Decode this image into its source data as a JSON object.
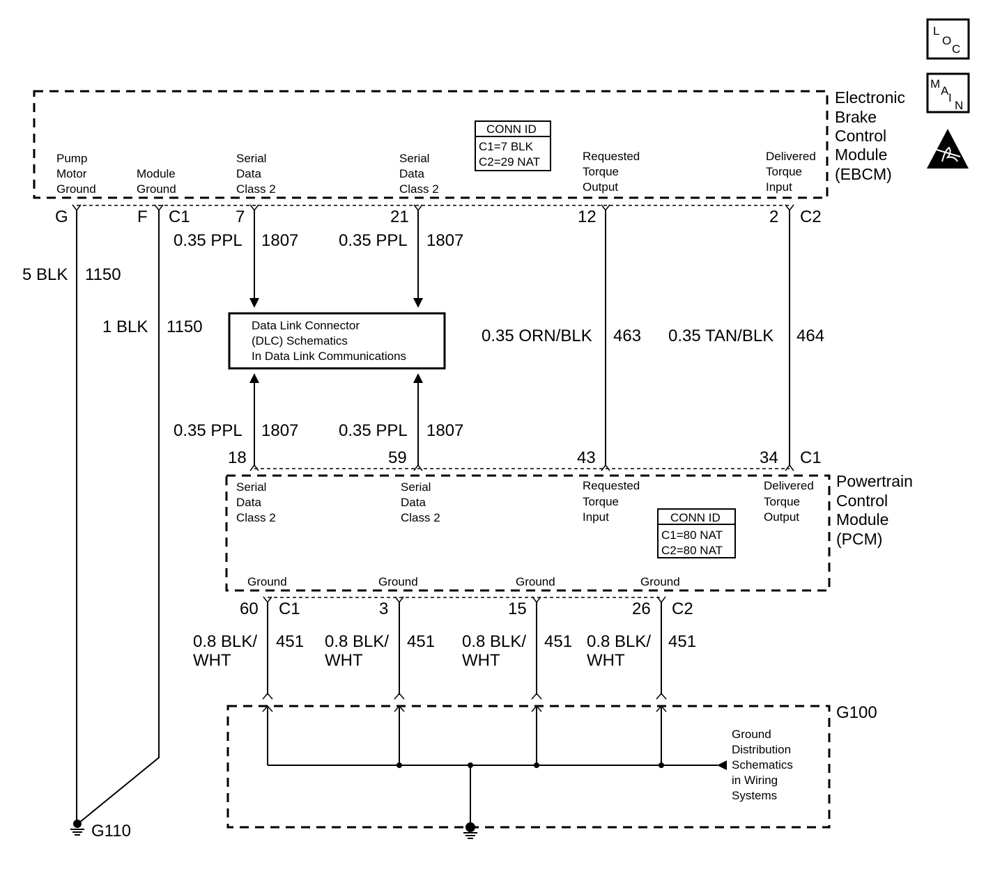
{
  "icons": {
    "loc": "LOC",
    "main": "MAIN",
    "esd": "esd-warning-icon"
  },
  "ebcm": {
    "title": [
      "Electronic",
      "Brake",
      "Control",
      "Module",
      "(EBCM)"
    ],
    "conn_id": {
      "header": "CONN ID",
      "lines": [
        "C1=7 BLK",
        "C2=29 NAT"
      ]
    },
    "labels": {
      "pump": [
        "Pump",
        "Motor",
        "Ground"
      ],
      "module": [
        "Module",
        "Ground"
      ],
      "serial1": [
        "Serial",
        "Data",
        "Class 2"
      ],
      "serial2": [
        "Serial",
        "Data",
        "Class 2"
      ],
      "req": [
        "Requested",
        "Torque",
        "Output"
      ],
      "del": [
        "Delivered",
        "Torque",
        "Input"
      ]
    },
    "pins": {
      "g": "G",
      "f": "F",
      "c1": "C1",
      "p7": "7",
      "p21": "21",
      "p12": "12",
      "p2": "2",
      "c2": "C2"
    }
  },
  "wires": {
    "w_pump": {
      "color": "5 BLK",
      "circuit": "1150"
    },
    "w_module": {
      "color": "1 BLK",
      "circuit": "1150"
    },
    "w_s1_top": {
      "color": "0.35 PPL",
      "circuit": "1807"
    },
    "w_s2_top": {
      "color": "0.35 PPL",
      "circuit": "1807"
    },
    "w_s1_bot": {
      "color": "0.35 PPL",
      "circuit": "1807"
    },
    "w_s2_bot": {
      "color": "0.35 PPL",
      "circuit": "1807"
    },
    "w_req": {
      "color": "0.35 ORN/BLK",
      "circuit": "463"
    },
    "w_del": {
      "color": "0.35 TAN/BLK",
      "circuit": "464"
    },
    "w_g1": {
      "color": [
        "0.8 BLK/",
        "WHT"
      ],
      "circuit": "451"
    },
    "w_g2": {
      "color": [
        "0.8 BLK/",
        "WHT"
      ],
      "circuit": "451"
    },
    "w_g3": {
      "color": [
        "0.8 BLK/",
        "WHT"
      ],
      "circuit": "451"
    },
    "w_g4": {
      "color": [
        "0.8 BLK/",
        "WHT"
      ],
      "circuit": "451"
    }
  },
  "dlc": {
    "lines": [
      "Data Link Connector",
      "(DLC) Schematics",
      "In Data Link Communications"
    ]
  },
  "pcm": {
    "title": [
      "Powertrain",
      "Control",
      "Module",
      "(PCM)"
    ],
    "conn_id": {
      "header": "CONN ID",
      "lines": [
        "C1=80 NAT",
        "C2=80 NAT"
      ]
    },
    "labels": {
      "serial1": [
        "Serial",
        "Data",
        "Class 2"
      ],
      "serial2": [
        "Serial",
        "Data",
        "Class 2"
      ],
      "req": [
        "Requested",
        "Torque",
        "Input"
      ],
      "del": [
        "Delivered",
        "Torque",
        "Output"
      ],
      "ground": "Ground"
    },
    "pins": {
      "p18": "18",
      "p59": "59",
      "p43": "43",
      "p34": "34",
      "c1": "C1",
      "p60": "60",
      "c1b": "C1",
      "p3": "3",
      "p15": "15",
      "p26": "26",
      "c2": "C2"
    }
  },
  "g100": {
    "label": "G100",
    "note": [
      "Ground",
      "Distribution",
      "Schematics",
      "in Wiring",
      "Systems"
    ]
  },
  "g110": {
    "label": "G110"
  }
}
